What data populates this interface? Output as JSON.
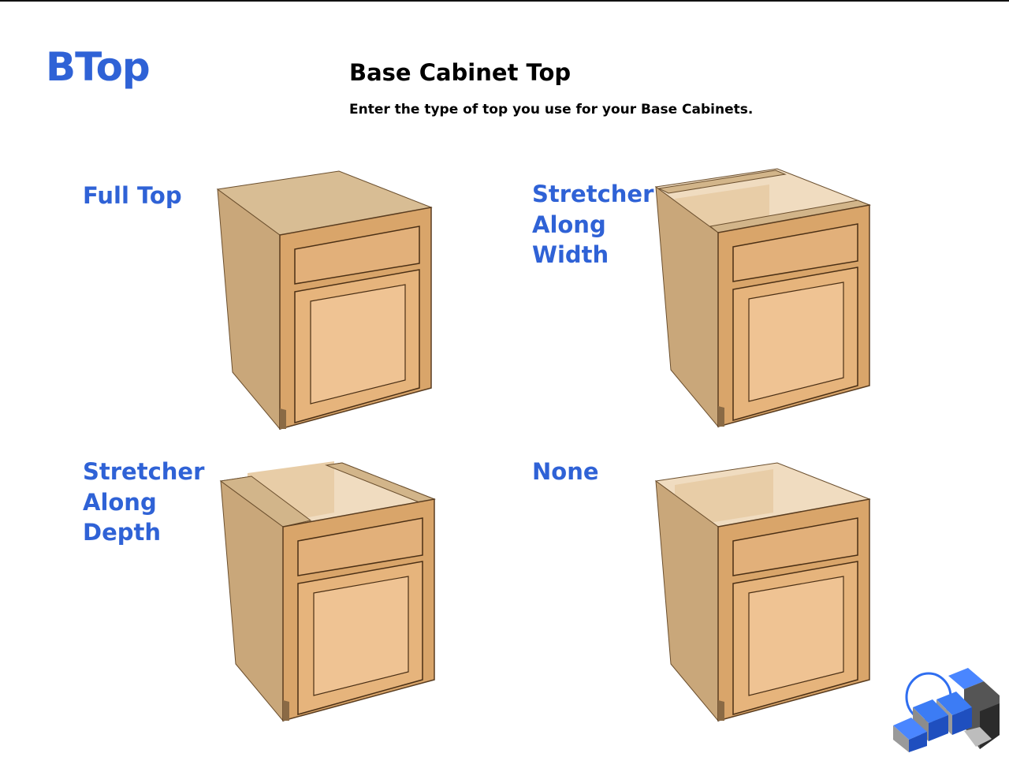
{
  "header": {
    "code": "BTop",
    "title": "Base Cabinet Top",
    "subtitle": "Enter the type of top you use for your Base Cabinets."
  },
  "options": [
    {
      "label_lines": [
        "Full Top"
      ],
      "top_style": "full-top"
    },
    {
      "label_lines": [
        "Stretcher",
        "Along",
        "Width"
      ],
      "top_style": "stretcher-width"
    },
    {
      "label_lines": [
        "Stretcher",
        "Along",
        "Depth"
      ],
      "top_style": "stretcher-depth"
    },
    {
      "label_lines": [
        "None"
      ],
      "top_style": "none"
    }
  ],
  "colors": {
    "accent": "#2f62d6",
    "wood_side": "#c9a77a",
    "wood_face": "#d9a56a",
    "wood_panel": "#e8b97e",
    "wood_interior": "#f0dcc0",
    "logo_blue": "#2f6ef0"
  },
  "icons": [
    "cube-logo-icon"
  ]
}
